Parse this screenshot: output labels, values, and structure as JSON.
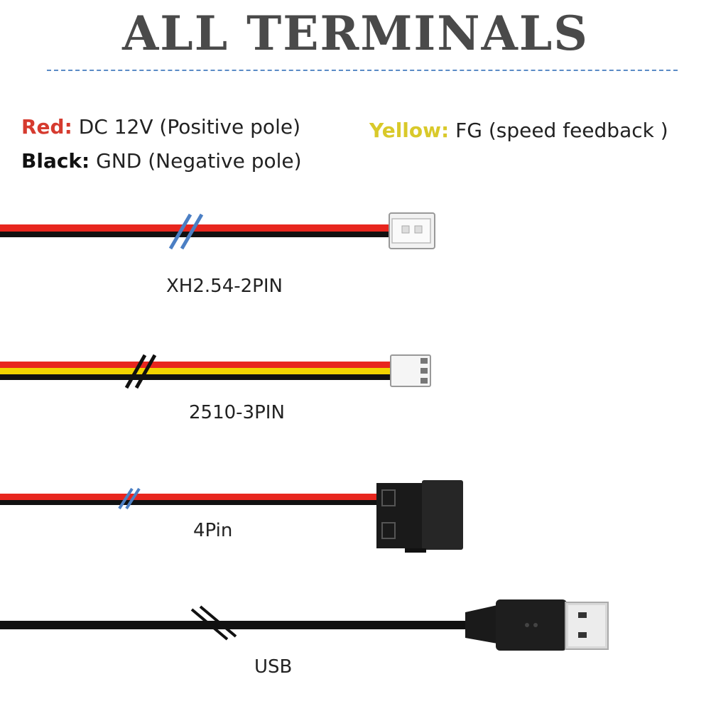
{
  "title": "ALL TERMINALS",
  "legend": [
    {
      "key": "Red:",
      "text": "DC 12V (Positive pole)",
      "color": "#d63b2f"
    },
    {
      "key": "Black:",
      "text": "GND (Negative pole)",
      "color": "#111111"
    },
    {
      "key": "Yellow:",
      "text": "FG (speed feedback )",
      "color": "#d9c92a"
    }
  ],
  "connectors": [
    {
      "label": "XH2.54-2PIN"
    },
    {
      "label": "2510-3PIN"
    },
    {
      "label": "4Pin"
    },
    {
      "label": "USB"
    }
  ],
  "colors": {
    "red_wire": "#e8261e",
    "black_wire": "#111111",
    "yellow_wire": "#f2d400",
    "break_mark": "#4b7fc4",
    "title": "#4a4a4a"
  }
}
